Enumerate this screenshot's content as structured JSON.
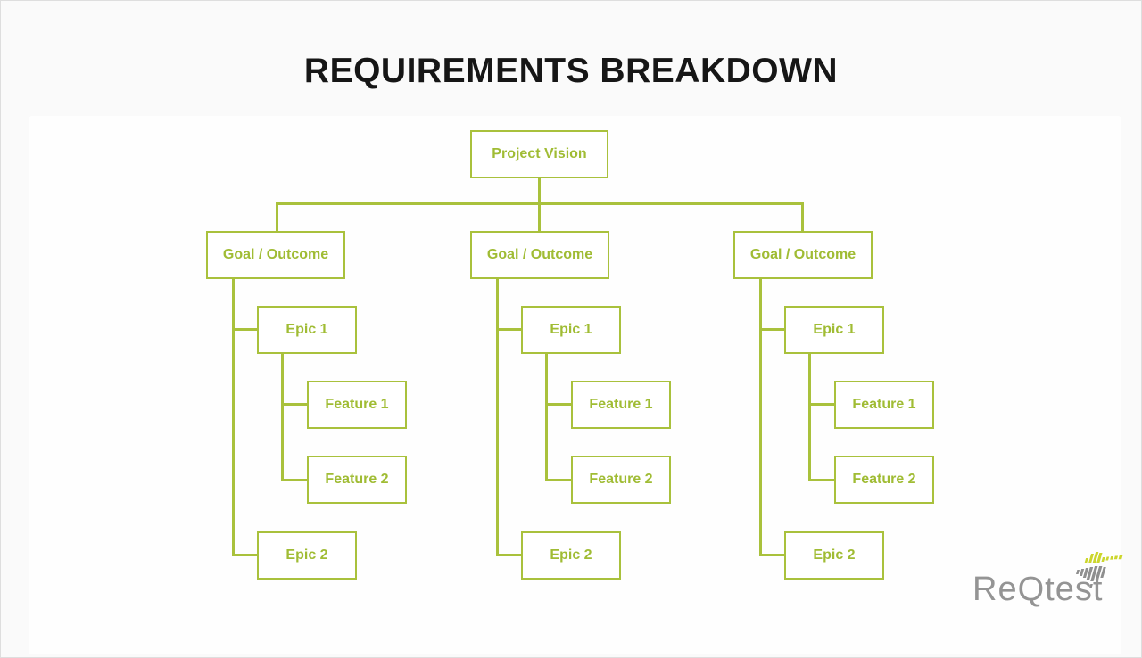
{
  "title": "REQUIREMENTS BREAKDOWN",
  "colors": {
    "accent_green": "#a9c13c",
    "node_text_green": "#a0bc34",
    "title_black": "#161616",
    "logo_gray": "#949494",
    "logo_lime": "#ccd62c"
  },
  "tree": {
    "root_label": "Project Vision",
    "columns": [
      {
        "goal_label": "Goal / Outcome",
        "epic1_label": "Epic 1",
        "feature1_label": "Feature 1",
        "feature2_label": "Feature 2",
        "epic2_label": "Epic 2"
      },
      {
        "goal_label": "Goal / Outcome",
        "epic1_label": "Epic 1",
        "feature1_label": "Feature 1",
        "feature2_label": "Feature 2",
        "epic2_label": "Epic 2"
      },
      {
        "goal_label": "Goal / Outcome",
        "epic1_label": "Epic 1",
        "feature1_label": "Feature 1",
        "feature2_label": "Feature 2",
        "epic2_label": "Epic 2"
      }
    ]
  },
  "logo": {
    "brand_text": "ReQtest"
  }
}
